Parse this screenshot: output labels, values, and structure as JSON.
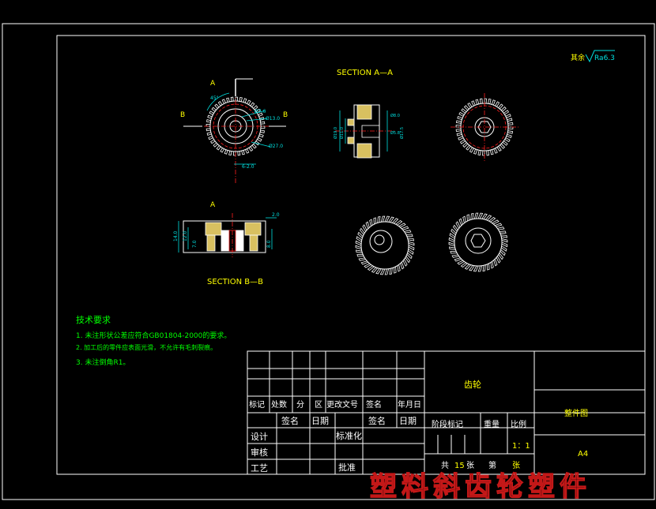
{
  "drawing": {
    "roughness_prefix": "其余",
    "roughness_value": "Ra6.3",
    "section_aa_title": "SECTION A—A",
    "section_bb_title": "SECTION B—B",
    "front_view": {
      "label_a": "A",
      "label_b_left": "B",
      "label_b_right": "B",
      "angle": "45°",
      "dim_small": "Ø7.6",
      "dim_mid": "Ø13.0",
      "dim_outer": "Ø27.0",
      "dim_width": "6-2.0"
    },
    "section_aa": {
      "dim_left_outer": "Ø19.0",
      "dim_left_inner": "Ø11.0",
      "dim_right_1": "Ø8.0",
      "dim_right_2": "Ø5.8",
      "dim_right_3": "Ø17.5"
    },
    "section_bb": {
      "label_a": "A",
      "dim_top": "2.0",
      "dim_left_1": "14.0",
      "dim_left_2": "12.0",
      "dim_left_3": "7.0",
      "dim_right": "8.0"
    }
  },
  "tech_requirements": {
    "title": "技术要求",
    "items": [
      "1. 未注形状公差应符合GB01804-2000的要求。",
      "2. 加工后的零件应表面光滑，不允许有毛刺裂痕。",
      "3. 未注倒角R1。"
    ]
  },
  "title_block": {
    "part_name": "齿轮",
    "drawing_type": "整件图",
    "sheet_size": "A4",
    "scale": "1：1",
    "rev_headers": [
      "标记",
      "处数",
      "分",
      "区",
      "更改文号",
      "签名",
      "年月日"
    ],
    "sign_headers": [
      "签名",
      "日期",
      "签名",
      "日期"
    ],
    "roles": [
      "设计",
      "审核",
      "工艺"
    ],
    "standardize": "标准化",
    "approve": "批准",
    "stage_mark": "阶段标记",
    "weight": "重量",
    "ratio": "比例",
    "total_prefix": "共",
    "total_count": "15",
    "total_suffix": "张",
    "page_prefix": "第",
    "page_suffix": "张"
  },
  "watermark": "塑料斜齿轮塑件"
}
